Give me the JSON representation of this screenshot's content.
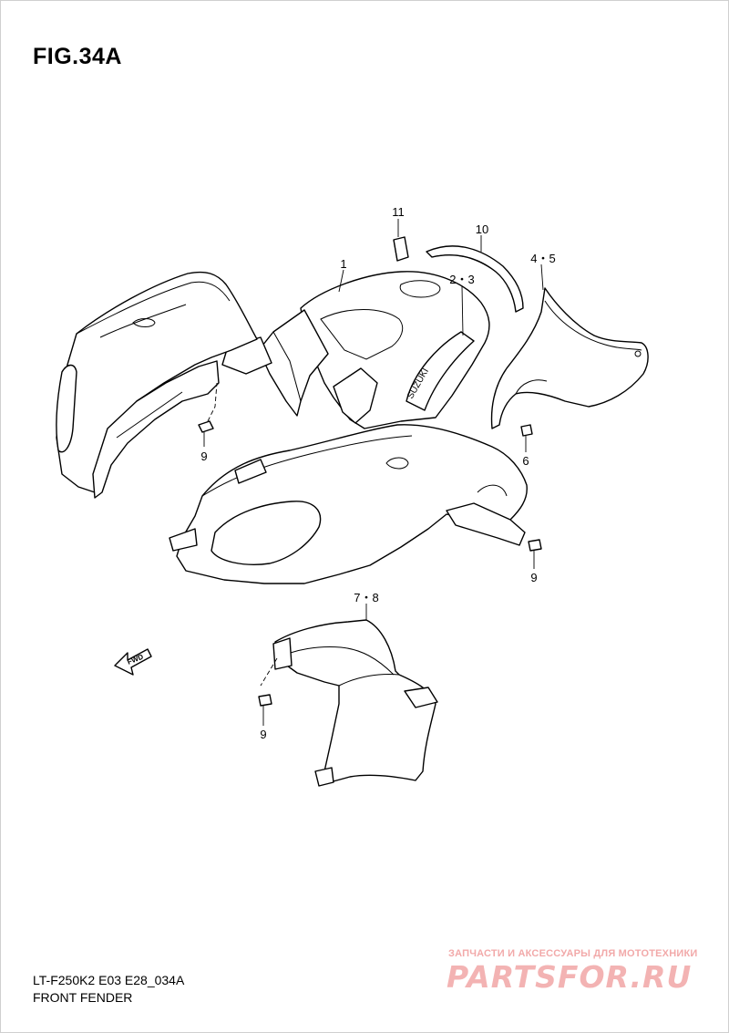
{
  "figure": {
    "title": "FIG.34A",
    "ref_code": "LT-F250K2 E03 E28_034A",
    "caption": "FRONT FENDER"
  },
  "callouts": [
    {
      "id": "c1",
      "label": "1"
    },
    {
      "id": "c23",
      "label": "2・3"
    },
    {
      "id": "c45",
      "label": "4・5"
    },
    {
      "id": "c6",
      "label": "6"
    },
    {
      "id": "c78",
      "label": "7・8"
    },
    {
      "id": "c9a",
      "label": "9"
    },
    {
      "id": "c9b",
      "label": "9"
    },
    {
      "id": "c9c",
      "label": "9"
    },
    {
      "id": "c10",
      "label": "10"
    },
    {
      "id": "c11",
      "label": "11"
    }
  ],
  "fwd_arrow": {
    "label": "FWD"
  },
  "emblem": {
    "label": "SUZUKI"
  },
  "watermark": {
    "tagline": "ЗАПЧАСТИ И АКСЕССУАРЫ ДЛЯ МОТОТЕХНИКИ",
    "logo": "PARTSFOR.RU"
  }
}
